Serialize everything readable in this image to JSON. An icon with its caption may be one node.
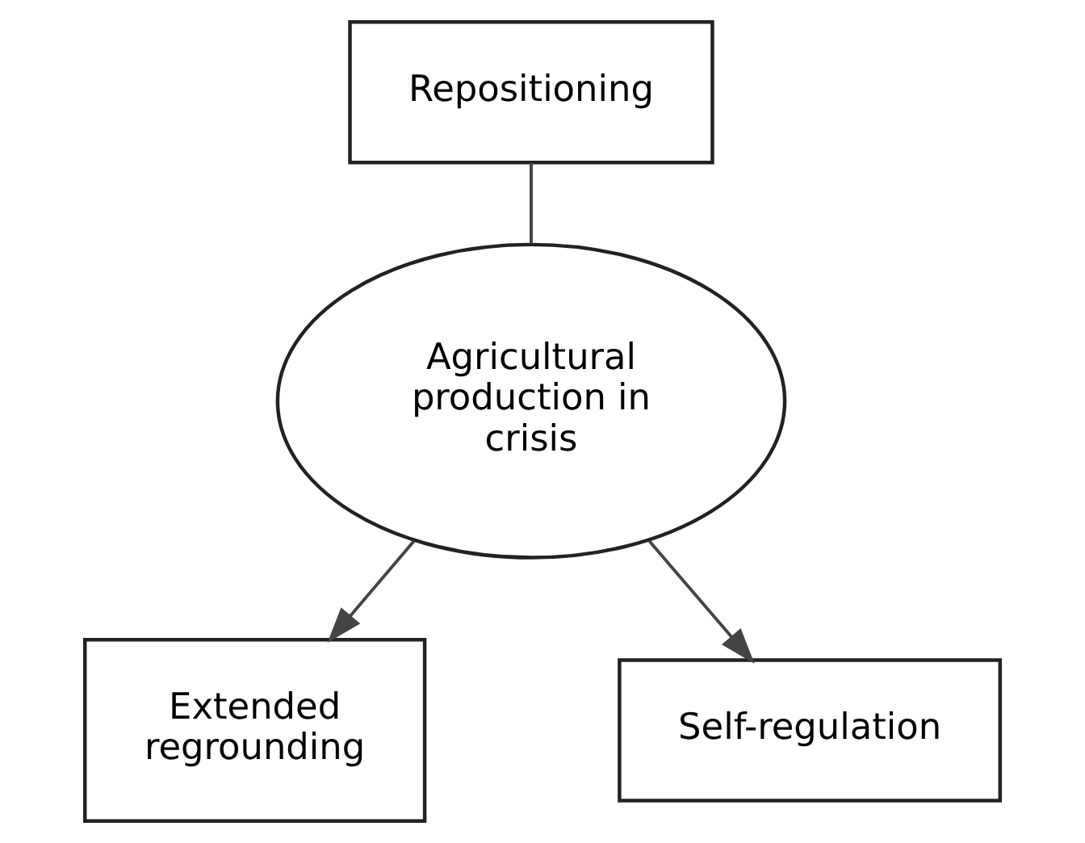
{
  "diagram": {
    "nodes": [
      {
        "text": [
          "Repositioning"
        ]
      },
      {
        "text": [
          "Agricultural production in crisis"
        ]
      },
      {
        "text": [
          "Extended regrounding"
        ]
      },
      {
        "text": [
          "Self-regulation"
        ]
      }
    ],
    "edges": [
      {
        "from": 0,
        "to": 1,
        "arrow": "none"
      },
      {
        "from": 1,
        "to": 2,
        "arrow": "to"
      },
      {
        "from": 1,
        "to": 3,
        "arrow": "to"
      }
    ]
  }
}
